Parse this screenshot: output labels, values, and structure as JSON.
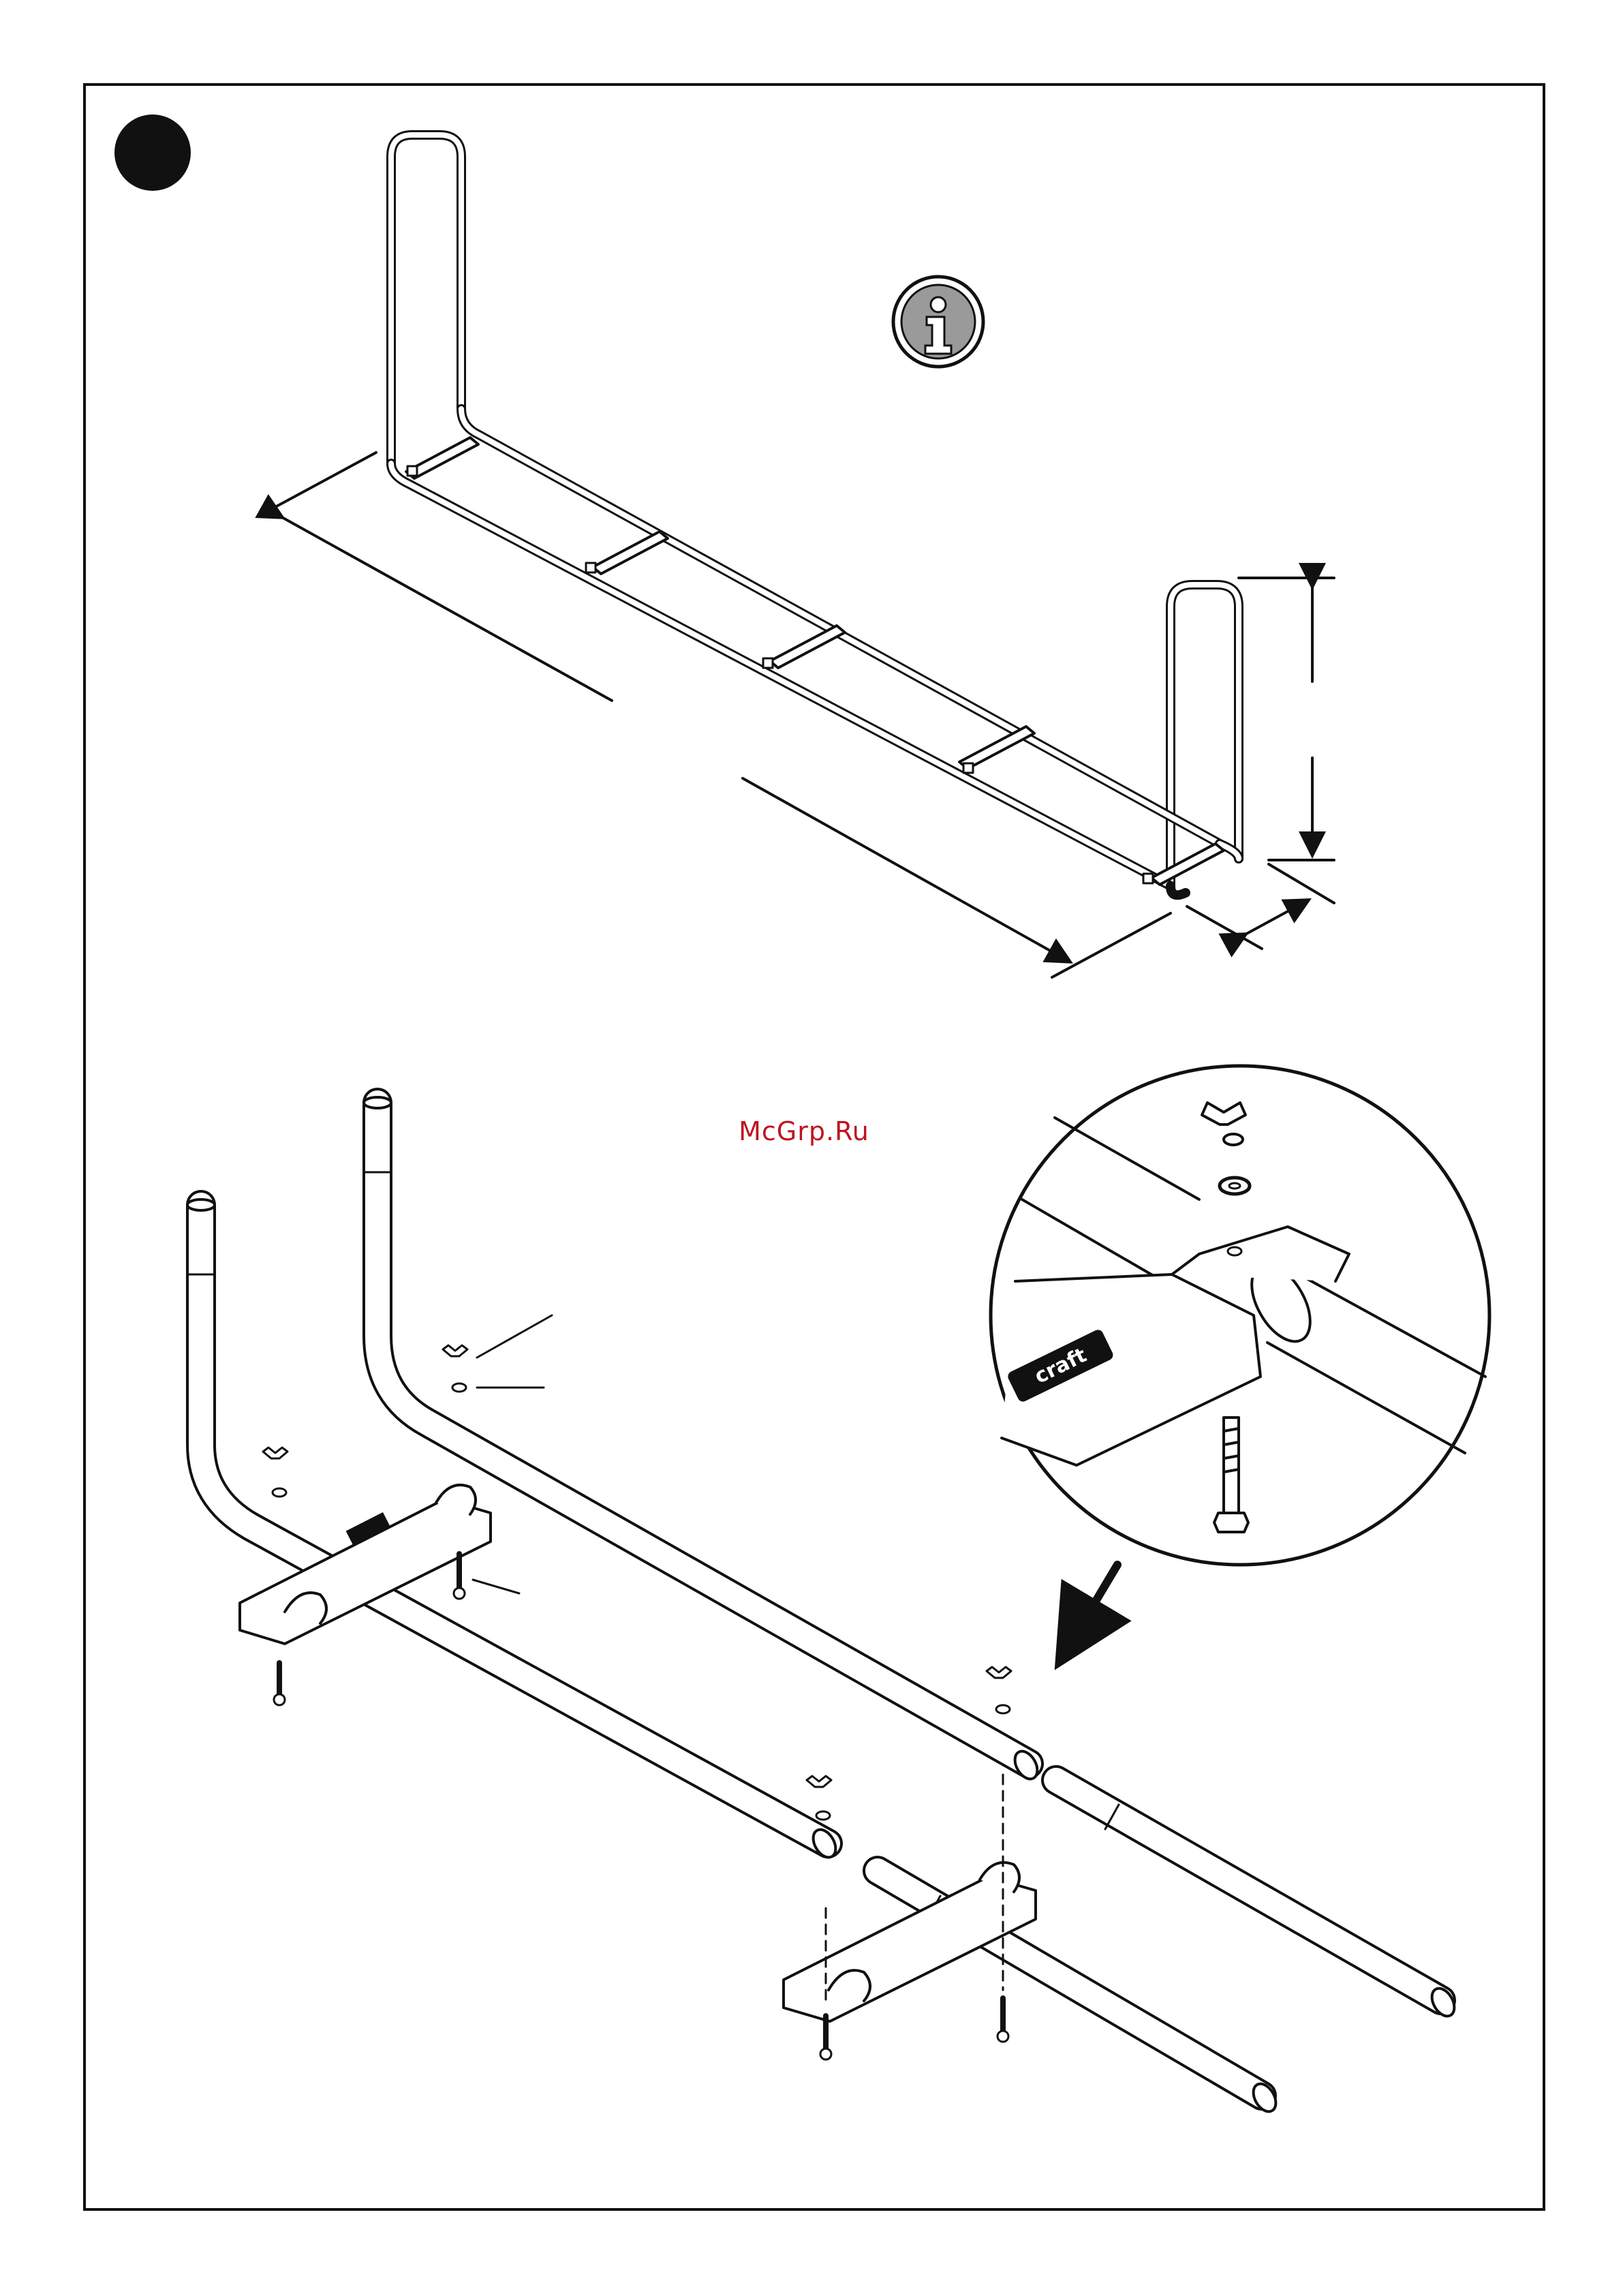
{
  "watermark": "McGrp.Ru",
  "brand_label": "craft",
  "step_marker": {
    "shape": "filled-circle",
    "color": "#111111"
  },
  "info_symbol": {
    "glyph": "i",
    "icon": "info-icon",
    "fill": "#9a9a9a"
  }
}
